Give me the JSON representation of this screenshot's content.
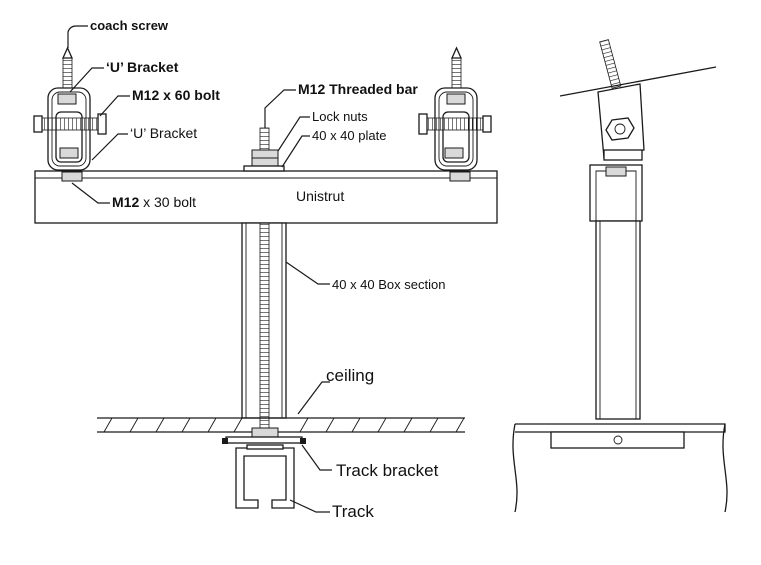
{
  "labels": {
    "coach_screw": "coach screw",
    "u_bracket_top": "‘U’ Bracket",
    "m12_60_bolt": "M12 x 60 bolt",
    "u_bracket_lower": "‘U’ Bracket",
    "m12_threaded_bar": "M12 Threaded bar",
    "lock_nuts": "Lock nuts",
    "plate": "40 x 40 plate",
    "unistrut": "Unistrut",
    "m12_30_bolt_bold": "M12",
    "m12_30_bolt_rest": "x 30 bolt",
    "box_section": "40 x 40 Box section",
    "ceiling": "ceiling",
    "track_bracket": "Track bracket",
    "track": "Track"
  }
}
